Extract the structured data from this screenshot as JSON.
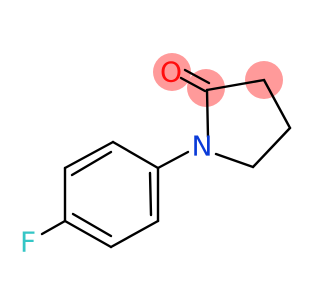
{
  "molecule": {
    "atoms": [
      {
        "id": "O1",
        "label": "O",
        "color": "#ff0d0d",
        "highlight": "#ff9a9a"
      },
      {
        "id": "N1",
        "label": "N",
        "color": "#0a3bd8"
      },
      {
        "id": "F1",
        "label": "F",
        "color": "#34c6c6"
      }
    ],
    "highlight_color": "#ff9a9a",
    "bond_color": "#000000"
  }
}
